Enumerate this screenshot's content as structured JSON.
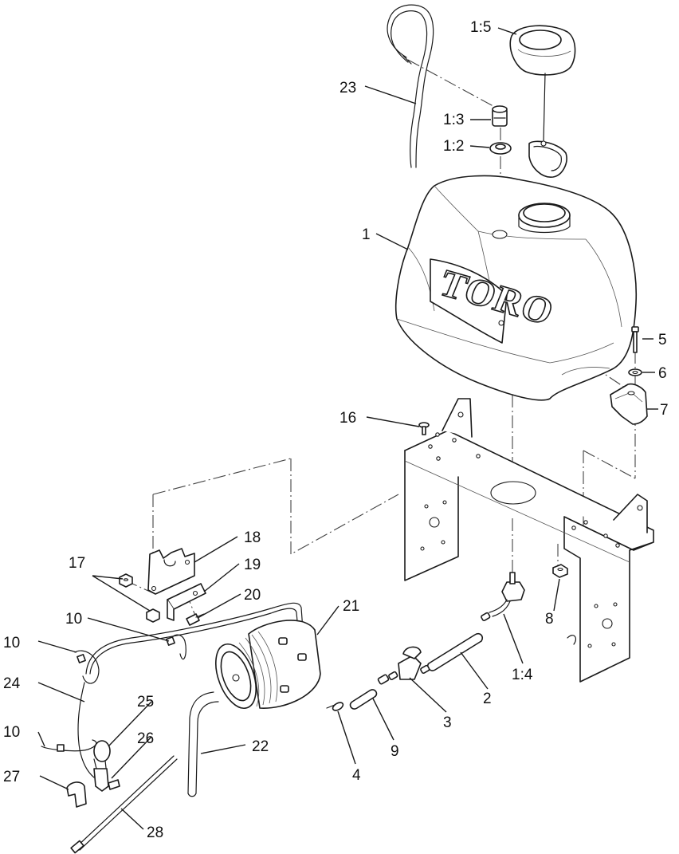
{
  "diagram": {
    "brand_logo": "TORO",
    "callouts": {
      "c_1_5": "1:5",
      "c_23": "23",
      "c_1_3": "1:3",
      "c_1_2": "1:2",
      "c_1": "1",
      "c_5": "5",
      "c_6": "6",
      "c_7": "7",
      "c_16": "16",
      "c_18": "18",
      "c_17": "17",
      "c_19": "19",
      "c_20": "20",
      "c_21": "21",
      "c_10a": "10",
      "c_10b": "10",
      "c_10c": "10",
      "c_24": "24",
      "c_25": "25",
      "c_26": "26",
      "c_27": "27",
      "c_28": "28",
      "c_22": "22",
      "c_8": "8",
      "c_1_4": "1:4",
      "c_2": "2",
      "c_3": "3",
      "c_9": "9",
      "c_4": "4"
    }
  }
}
